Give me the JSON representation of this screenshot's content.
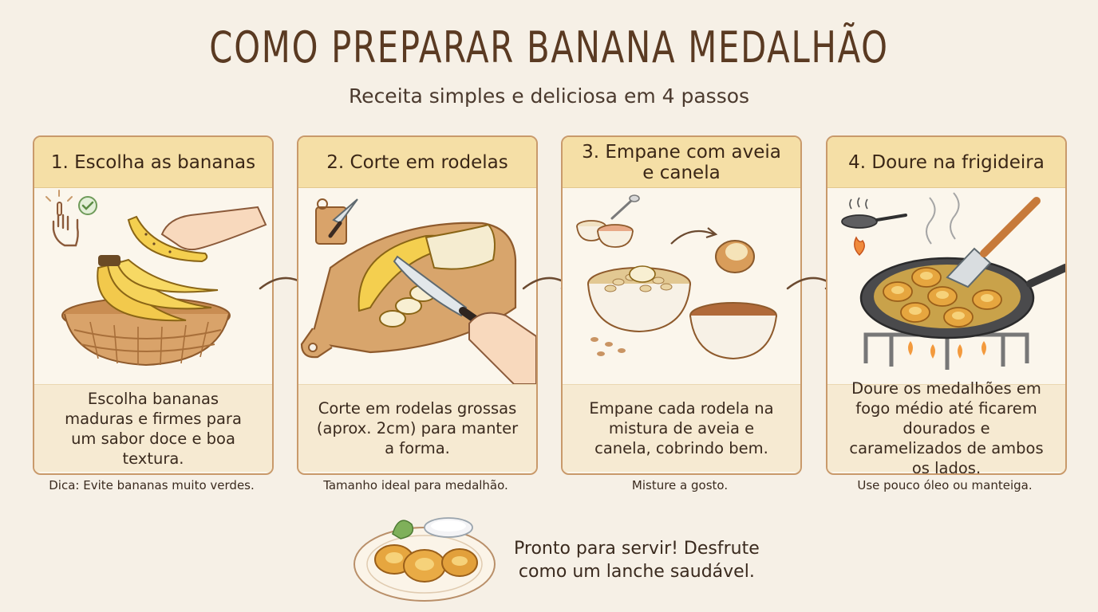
{
  "header": {
    "title": "COMO PREPARAR BANANA MEDALHÃO",
    "subtitle": "Receita simples e deliciosa em 4 passos"
  },
  "steps": [
    {
      "title": "1. Escolha as bananas",
      "description": "Escolha bananas maduras e firmes para um sabor doce e boa textura.",
      "tip": "Dica: Evite bananas muito verdes."
    },
    {
      "title": "2. Corte em rodelas",
      "description": "Corte em rodelas grossas (aprox. 2cm) para manter a forma.",
      "tip": "Tamanho ideal para medalhão."
    },
    {
      "title": "3. Empane com aveia e canela",
      "description": "Empane cada rodela na mistura de aveia e canela, cobrindo bem.",
      "tip": "Misture a gosto."
    },
    {
      "title": "4. Doure na frigideira",
      "description": "Doure os medalhões em fogo médio até ficarem dourados e caramelizados de ambos os lados.",
      "tip": "Use pouco óleo ou manteiga."
    }
  ],
  "final": {
    "line1": "Pronto para servir! Desfrute",
    "line2": "como um lanche saudável."
  },
  "colors": {
    "background": "#f6f0e6",
    "card_border": "#c99a6b",
    "card_header": "#f5dfa6",
    "card_footer": "#f6ead2",
    "title": "#5a3a22"
  },
  "icons": [
    "hand-pointer-icon",
    "check-icon",
    "cutting-board-knife-icon",
    "bowl-spoon-icon",
    "frying-pan-icon",
    "flame-icon",
    "arrow-right-icon"
  ]
}
